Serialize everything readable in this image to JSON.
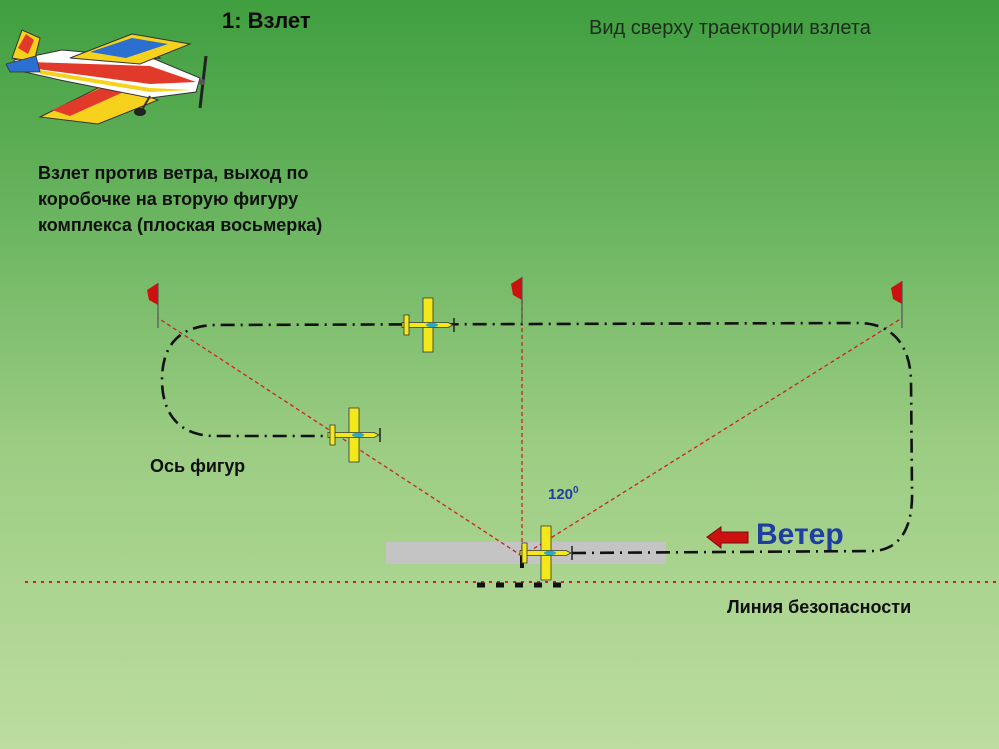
{
  "slide": {
    "title": "1: Взлет",
    "subtitle": "Вид сверху траектории взлета",
    "description_lines": [
      "Взлет против ветра, выход по",
      "коробочке на вторую фигуру",
      "комплекса (плоская восьмерка)"
    ]
  },
  "diagram": {
    "axis_label": "Ось фигур",
    "safety_line_label": "Линия безопасности",
    "wind_label": "Ветер",
    "angle_value": "120",
    "angle_unit": "0"
  },
  "colors": {
    "path": "#111111",
    "sight_lines": "#cc2222",
    "flags": "#cc1111",
    "runway": "#c4c4c4",
    "wind_arrow": "#cc1111",
    "plane": "#f2e81a",
    "wind_text": "#1f3fa0"
  },
  "icons": {
    "flag": "red-flag-icon",
    "plane": "airplane-top-view-icon",
    "wind": "wind-arrow-icon",
    "model": "aerobatic-airplane-icon"
  }
}
